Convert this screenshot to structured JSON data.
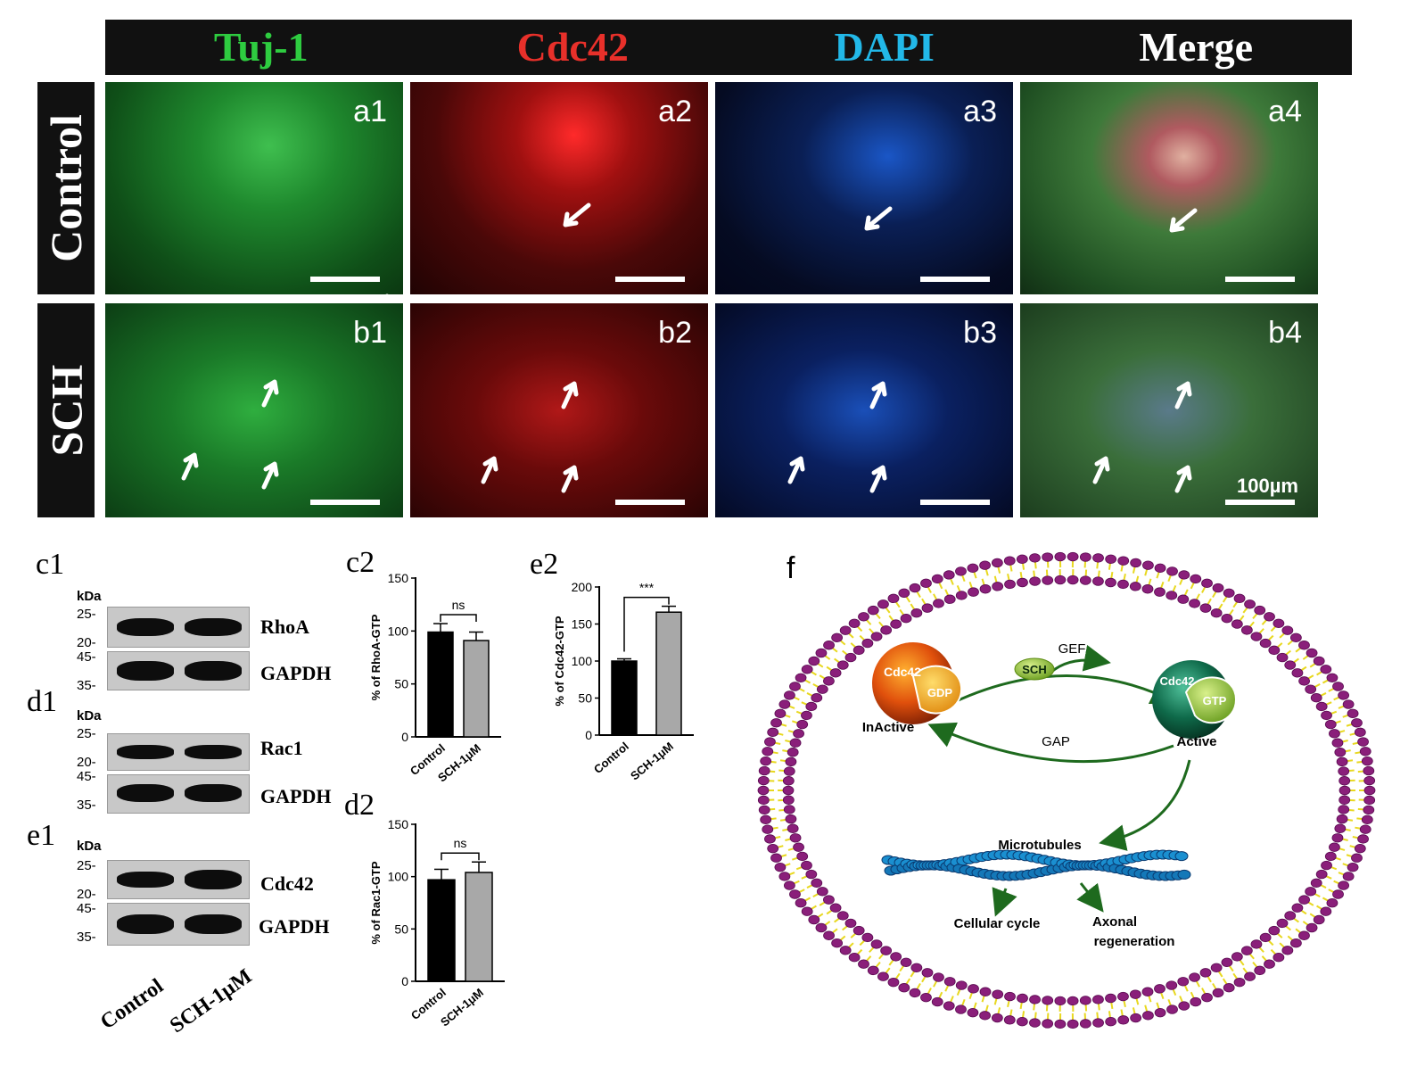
{
  "columns": [
    {
      "label": "Tuj-1",
      "color": "#2ecc40"
    },
    {
      "label": "Cdc42",
      "color": "#e8302a"
    },
    {
      "label": "DAPI",
      "color": "#22b8e8"
    },
    {
      "label": "Merge",
      "color": "#ffffff"
    }
  ],
  "rows": [
    "Control",
    "SCH"
  ],
  "panels_top": [
    "a1",
    "a2",
    "a3",
    "a4"
  ],
  "panels_bottom": [
    "b1",
    "b2",
    "b3",
    "b4"
  ],
  "scale_bar": "100µm",
  "blots": {
    "c1": {
      "label": "c1",
      "kda": "kDa",
      "mw_top": [
        "25-",
        "20-"
      ],
      "mw_bot": [
        "45-",
        "35-"
      ],
      "target": "RhoA",
      "loading": "GAPDH"
    },
    "d1": {
      "label": "d1",
      "kda": "kDa",
      "mw_top": [
        "25-",
        "20-"
      ],
      "mw_bot": [
        "45-",
        "35-"
      ],
      "target": "Rac1",
      "loading": "GAPDH"
    },
    "e1": {
      "label": "e1",
      "kda": "kDa",
      "mw_top": [
        "25-",
        "20-"
      ],
      "mw_bot": [
        "45-",
        "35-"
      ],
      "target": "Cdc42",
      "loading": "GAPDH"
    },
    "lanes": [
      "Control",
      "SCH-1μM"
    ]
  },
  "chart_data": [
    {
      "panel": "c2",
      "type": "bar",
      "categories": [
        "Control",
        "SCH-1μM"
      ],
      "values": [
        99,
        91
      ],
      "errors": [
        8,
        8
      ],
      "ylabel": "% of RhoA-GTP",
      "ylim": [
        0,
        150
      ],
      "yticks": [
        0,
        50,
        100,
        150
      ],
      "significance": "ns",
      "colors": [
        "#000000",
        "#a8a8a8"
      ]
    },
    {
      "panel": "e2",
      "type": "bar",
      "categories": [
        "Control",
        "SCH-1μM"
      ],
      "values": [
        100,
        166
      ],
      "errors": [
        3,
        8
      ],
      "ylabel": "% of Cdc42-GTP",
      "ylim": [
        0,
        200
      ],
      "yticks": [
        0,
        50,
        100,
        150,
        200
      ],
      "significance": "***",
      "colors": [
        "#000000",
        "#a8a8a8"
      ]
    },
    {
      "panel": "d2",
      "type": "bar",
      "categories": [
        "Control",
        "SCH-1μM"
      ],
      "values": [
        97,
        104
      ],
      "errors": [
        10,
        10
      ],
      "ylabel": "% of Rac1-GTP",
      "ylim": [
        0,
        150
      ],
      "yticks": [
        0,
        50,
        100,
        150
      ],
      "significance": "ns",
      "colors": [
        "#000000",
        "#a8a8a8"
      ]
    }
  ],
  "diagram": {
    "label": "f",
    "inactive_protein": "Cdc42",
    "inactive_nucleotide": "GDP",
    "inactive_state": "InActive",
    "active_protein": "Cdc42",
    "active_nucleotide": "GTP",
    "active_state": "Active",
    "gef": "GEF",
    "gap": "GAP",
    "drug": "SCH",
    "microtubules": "Microtubules",
    "outcome1": "Cellular cycle",
    "outcome2_line1": "Axonal",
    "outcome2_line2": "regeneration"
  }
}
